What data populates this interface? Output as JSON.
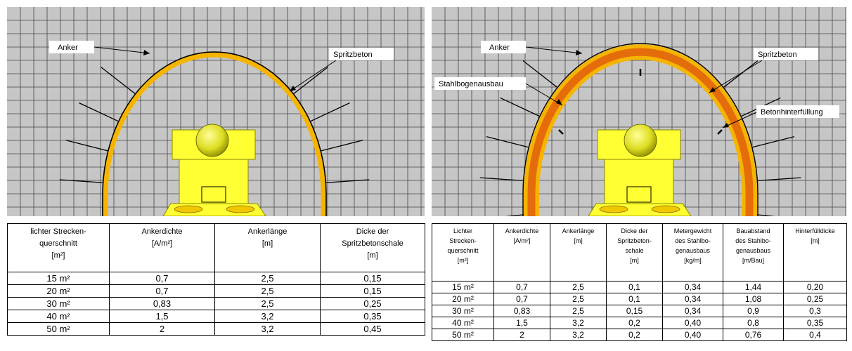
{
  "left_diagram": {
    "labels": {
      "anker": "Anker",
      "spritzbeton": "Spritzbeton"
    }
  },
  "right_diagram": {
    "labels": {
      "anker": "Anker",
      "spritzbeton": "Spritzbeton",
      "stahlbogenausbau": "Stahlbogenausbau",
      "betonhinterfuellung": "Betonhinterfüllung"
    }
  },
  "colors": {
    "grid_background": "#c6c6c6",
    "grid_line": "#444444",
    "shotcrete": "#f5b400",
    "steel_arch": "#e46c0a",
    "machine_yellow": "#ffff33",
    "machine_ball": "#b8b800",
    "anchor": "#000000"
  },
  "left_table": {
    "headers": [
      [
        "lichter Strecken-",
        "querschnitt",
        "[m²]"
      ],
      [
        "Ankerdichte",
        "[A/m²]"
      ],
      [
        "Ankerlänge",
        "[m]"
      ],
      [
        "Dicke der",
        "Spritzbetonschale",
        "[m]"
      ]
    ],
    "rows": [
      [
        "15 m²",
        "0,7",
        "2,5",
        "0,15"
      ],
      [
        "20 m²",
        "0,7",
        "2,5",
        "0,15"
      ],
      [
        "30 m²",
        "0,83",
        "2,5",
        "0,25"
      ],
      [
        "40 m²",
        "1,5",
        "3,2",
        "0,35"
      ],
      [
        "50 m²",
        "2",
        "3,2",
        "0,45"
      ]
    ]
  },
  "right_table": {
    "headers": [
      [
        "Lichter",
        "Strecken-",
        "querschnitt",
        "[m²]"
      ],
      [
        "Ankerdichte",
        "[A/m²]"
      ],
      [
        "Ankerlänge",
        "[m]"
      ],
      [
        "Dicke der",
        "Spritzbeton-",
        "schale",
        "[m]"
      ],
      [
        "Metergewicht",
        "des Stahlbo-",
        "genausbaus",
        "[kg/m]"
      ],
      [
        "Bauabstand",
        "des Stahlbo-",
        "genausbaus",
        "[m/Bau]"
      ],
      [
        "Hinterfülldicke",
        "[m]"
      ]
    ],
    "rows": [
      [
        "15 m²",
        "0,7",
        "2,5",
        "0,1",
        "0,34",
        "1,44",
        "0,20"
      ],
      [
        "20 m²",
        "0,7",
        "2,5",
        "0,1",
        "0,34",
        "1,08",
        "0,25"
      ],
      [
        "30 m²",
        "0,83",
        "2,5",
        "0,15",
        "0,34",
        "0,9",
        "0,3"
      ],
      [
        "40 m²",
        "1,5",
        "3,2",
        "0,2",
        "0,40",
        "0,8",
        "0,35"
      ],
      [
        "50 m²",
        "2",
        "3,2",
        "0,2",
        "0,40",
        "0,76",
        "0,4"
      ]
    ]
  }
}
